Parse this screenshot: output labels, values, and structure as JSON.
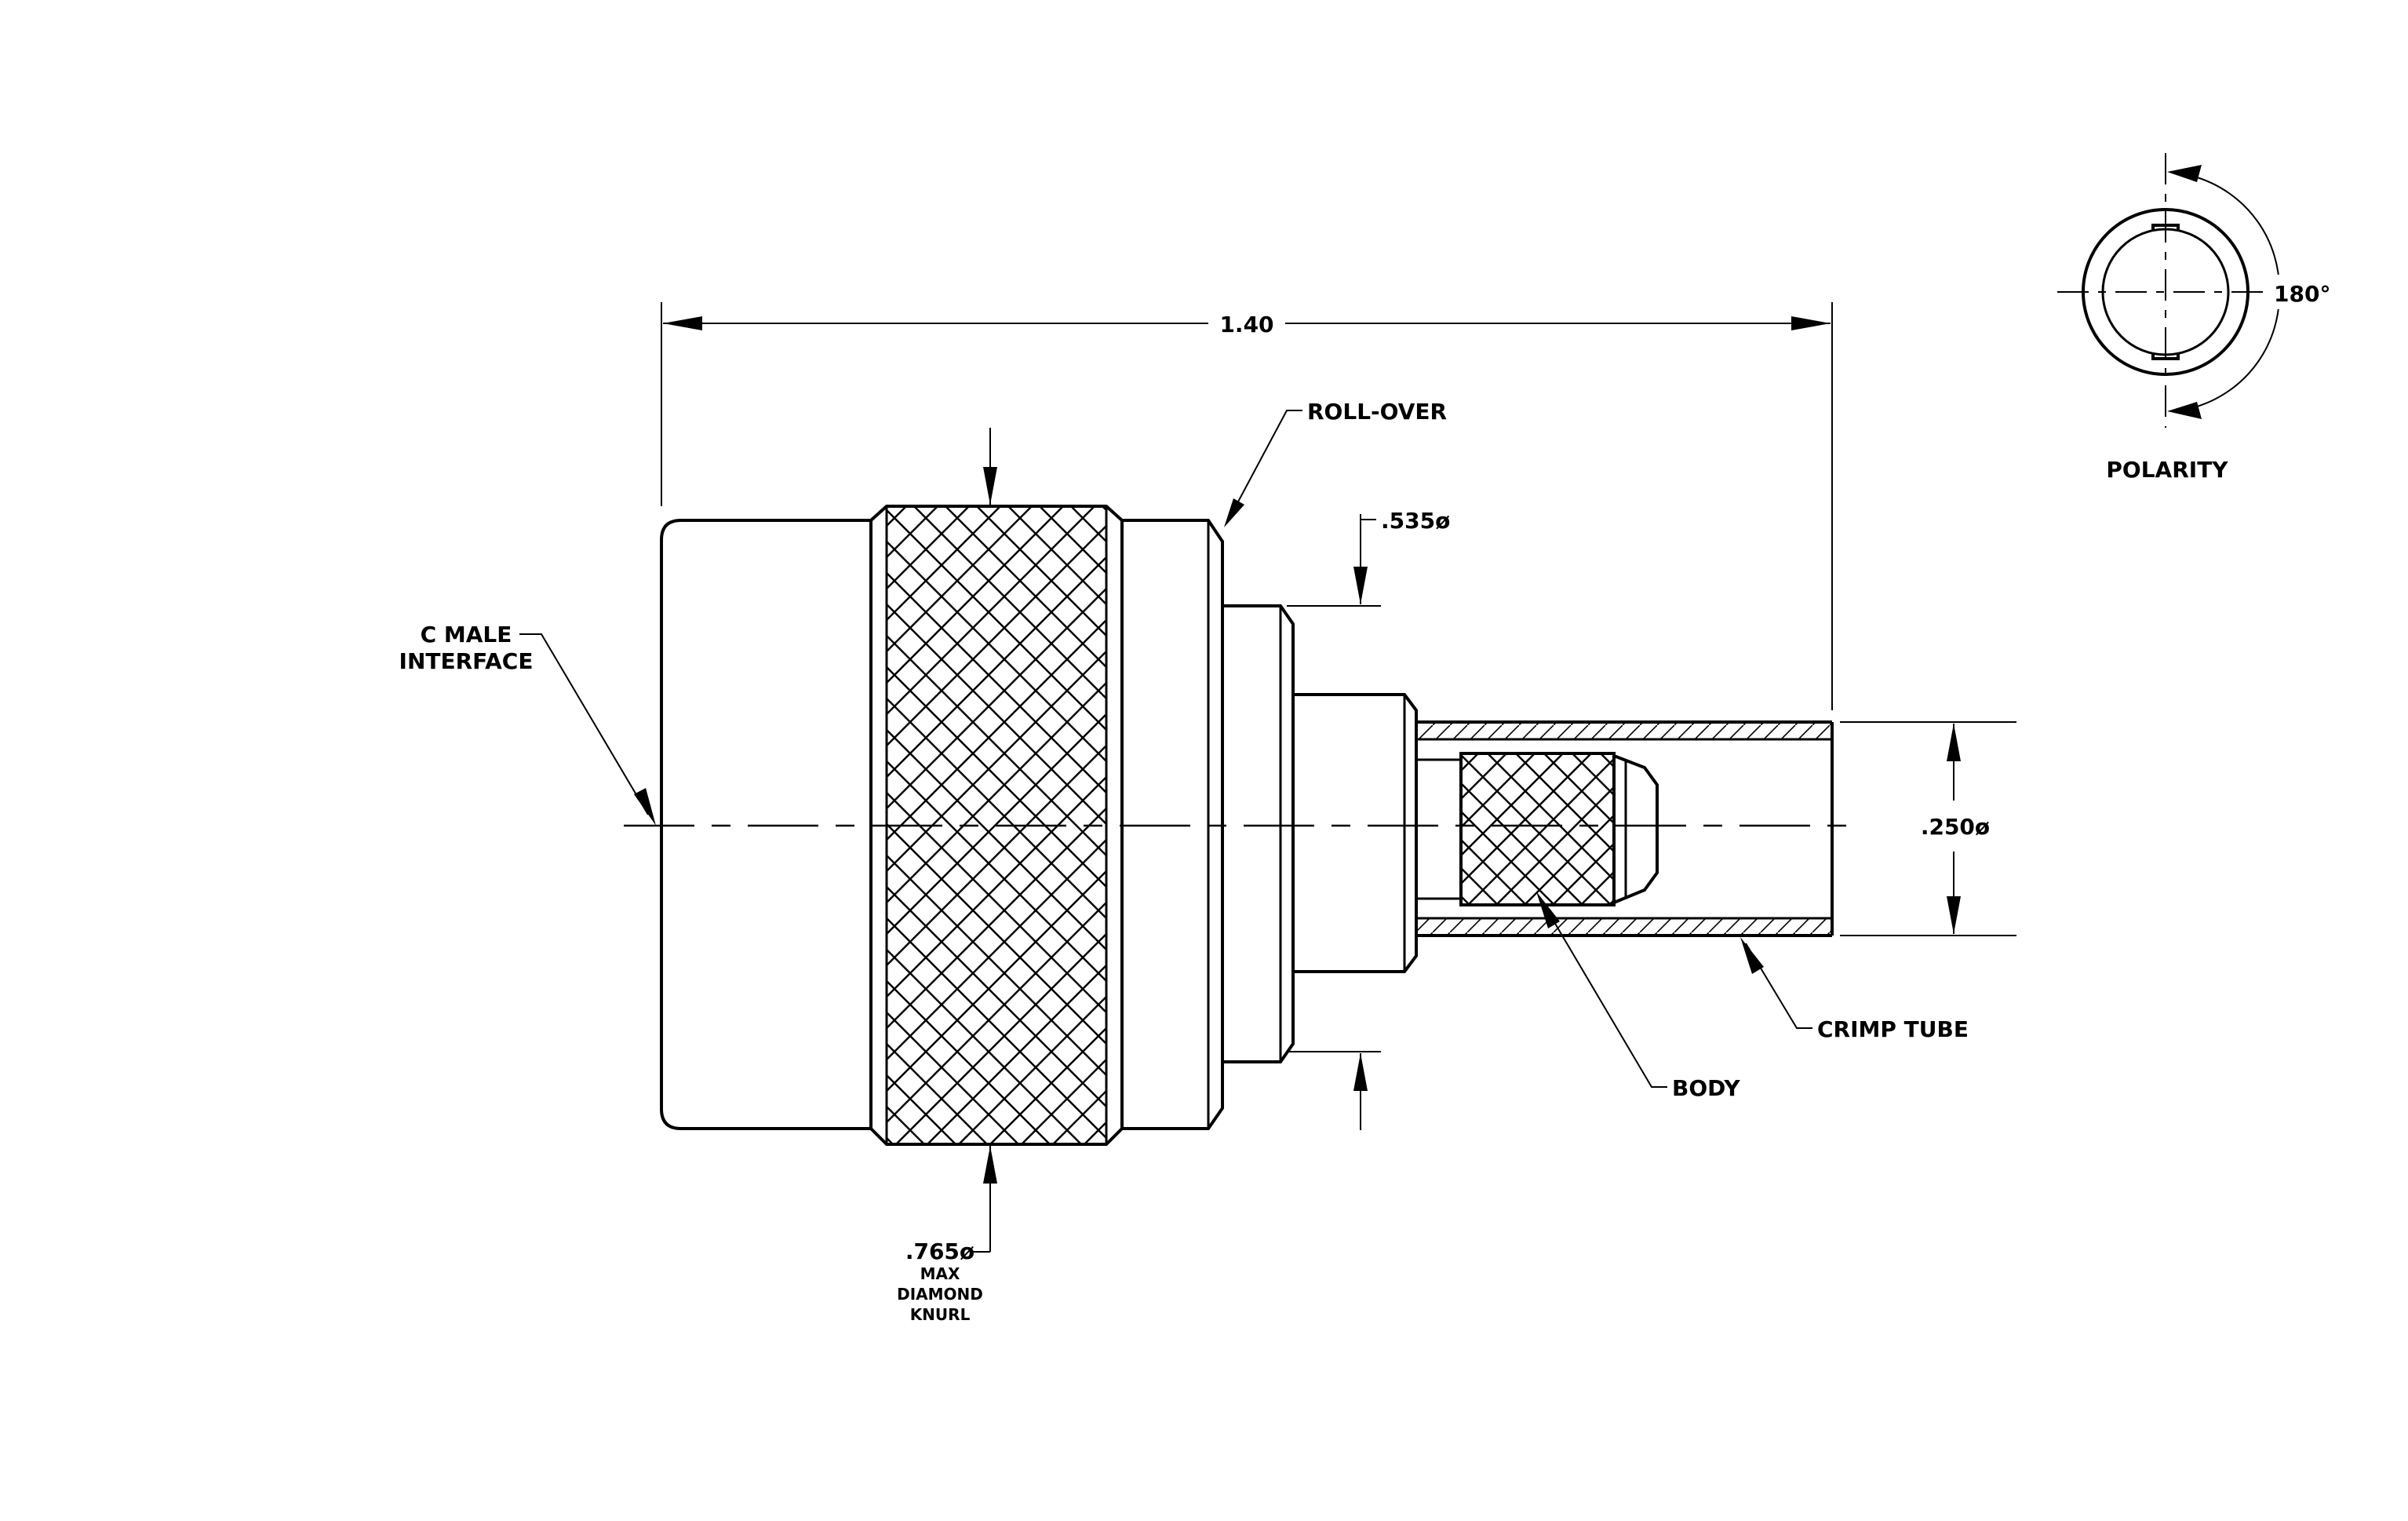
{
  "labels": {
    "overall_length": "1.40",
    "roll_over": "ROLL-OVER",
    "dia_535": ".535ø",
    "interface_line1": "C  MALE",
    "interface_line2": "INTERFACE",
    "dia_250": ".250ø",
    "crimp_tube": "CRIMP  TUBE",
    "body": "BODY",
    "dia_765": ".765ø",
    "knurl_line1": "MAX",
    "knurl_line2": "DIAMOND",
    "knurl_line3": "KNURL",
    "angle": "180°",
    "polarity": "POLARITY"
  }
}
